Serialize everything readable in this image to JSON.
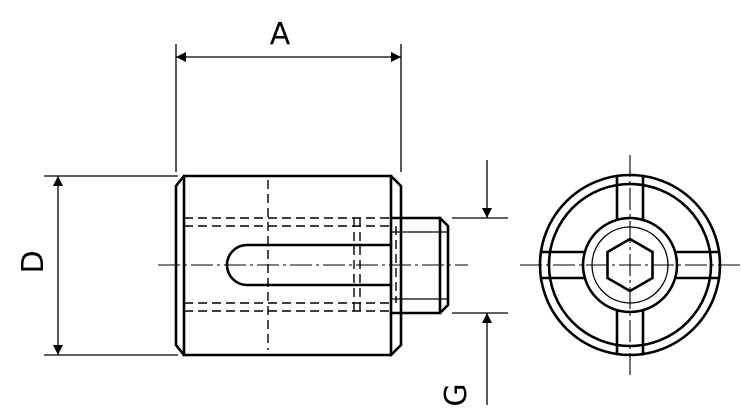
{
  "dimensions": {
    "length": "A",
    "diameter": "D",
    "thread": "G"
  }
}
